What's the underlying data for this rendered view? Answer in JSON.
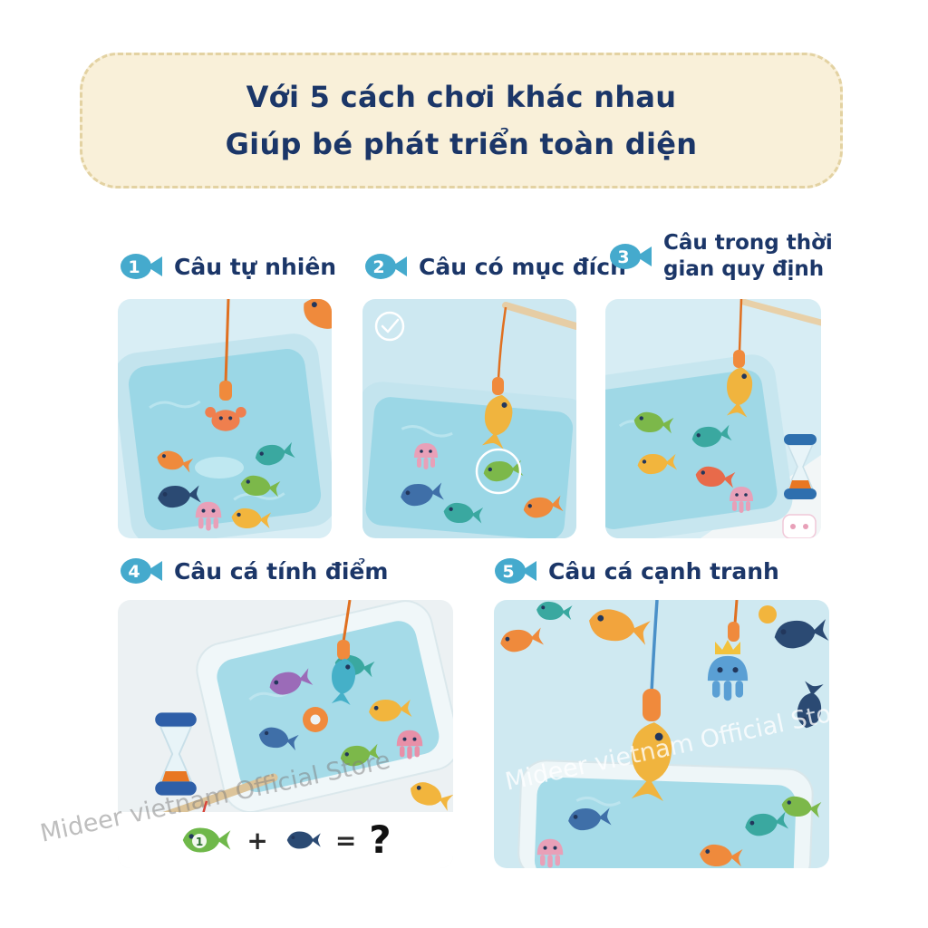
{
  "banner": {
    "line1": "Với 5 cách chơi khác nhau",
    "line2": "Giúp bé phát triển toàn diện"
  },
  "methods": [
    {
      "number": "1",
      "label": "Câu tự nhiên"
    },
    {
      "number": "2",
      "label": "Câu có mục đích"
    },
    {
      "number": "3",
      "label": "Câu trong thời gian quy định",
      "label_lines": [
        "Câu trong thời",
        "gian quy định"
      ]
    },
    {
      "number": "4",
      "label": "Câu cá tính điểm"
    },
    {
      "number": "5",
      "label": "Câu cá cạnh tranh"
    }
  ],
  "equation": {
    "fish1_number": "1",
    "plus": "+",
    "equals": "=",
    "result": "?"
  },
  "watermark": "Mideer vietnam Official Store",
  "colors": {
    "banner_bg": "#f9f0d9",
    "banner_border": "#e3d2a2",
    "heading_text": "#1b3668",
    "badge_blue": "#45aacd",
    "accent_orange": "#f08a3c",
    "water_blue": "#9bd7e6"
  }
}
